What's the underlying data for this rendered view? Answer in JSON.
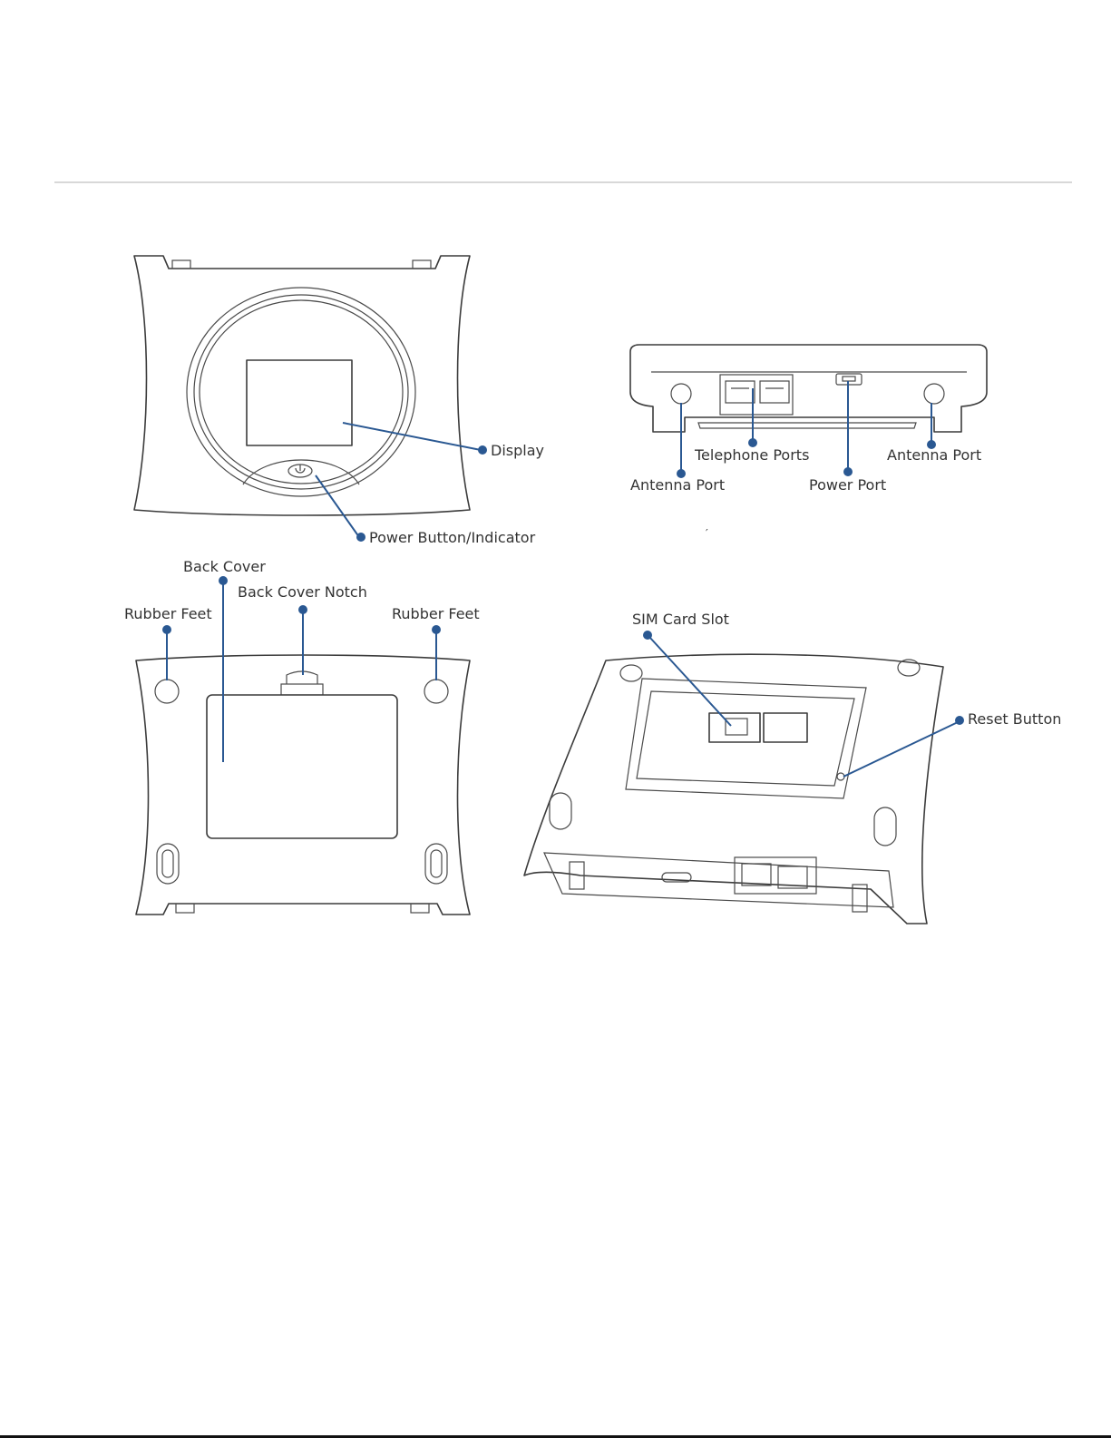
{
  "labels": {
    "display": "Display",
    "power_button": "Power Button/Indicator",
    "antenna_port_left": "Antenna Port",
    "telephone_ports": "Telephone Ports",
    "power_port": "Power Port",
    "antenna_port_right": "Antenna Port",
    "back_cover": "Back Cover",
    "back_cover_notch": "Back Cover Notch",
    "rubber_feet_left": "Rubber Feet",
    "rubber_feet_right": "Rubber Feet",
    "sim_card_slot": "SIM Card Slot",
    "reset_button": "Reset Button"
  },
  "colors": {
    "leader": "#2a5892",
    "outline": "#3c3c3c",
    "rule": "#d8d8d8"
  }
}
